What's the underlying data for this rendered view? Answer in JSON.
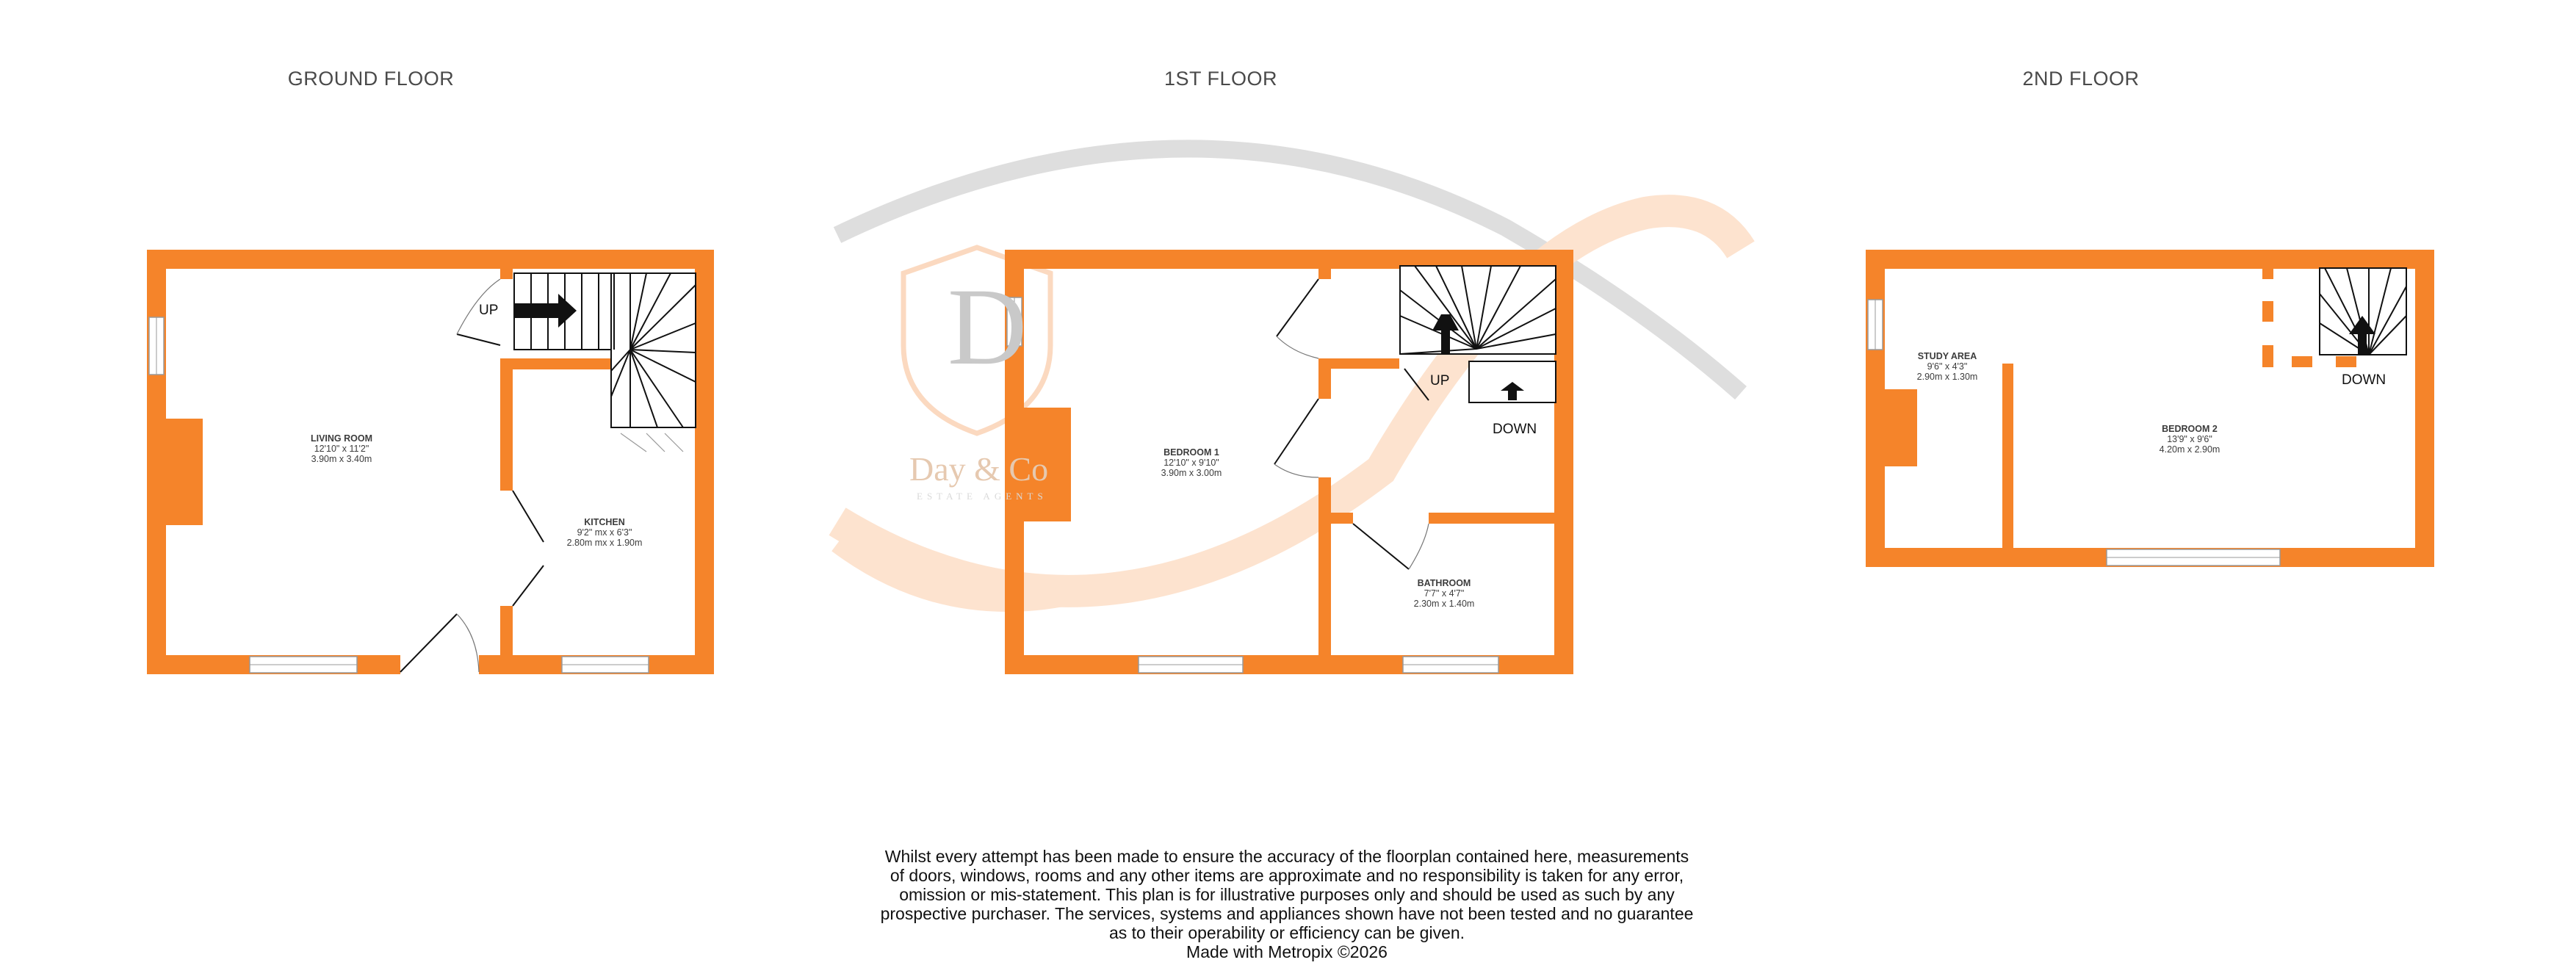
{
  "floors": [
    {
      "title": "GROUND FLOOR"
    },
    {
      "title": "1ST FLOOR"
    },
    {
      "title": "2ND FLOOR"
    }
  ],
  "rooms": {
    "living_room": {
      "name": "LIVING ROOM",
      "imperial": "12'10\"  x 11'2\"",
      "metric": "3.90m  x 3.40m"
    },
    "kitchen": {
      "name": "KITCHEN",
      "imperial": "9'2\" mx x 6'3\"",
      "metric": "2.80m mx x 1.90m"
    },
    "bedroom1": {
      "name": "BEDROOM 1",
      "imperial": "12'10\"  x 9'10\"",
      "metric": "3.90m  x 3.00m"
    },
    "bathroom": {
      "name": "BATHROOM",
      "imperial": "7'7\"  x 4'7\"",
      "metric": "2.30m  x 1.40m"
    },
    "study": {
      "name": "STUDY AREA",
      "imperial": "9'6\"  x 4'3\"",
      "metric": "2.90m  x 1.30m"
    },
    "bedroom2": {
      "name": "BEDROOM 2",
      "imperial": "13'9\"  x 9'6\"",
      "metric": "4.20m  x 2.90m"
    }
  },
  "stair_labels": {
    "ground_up": "UP",
    "first_up": "UP",
    "first_down": "DOWN",
    "second_down": "DOWN"
  },
  "watermark": {
    "monogram": "D",
    "brand": "Day & Co",
    "tagline": "ESTATE AGENTS"
  },
  "disclaimer": {
    "lines": [
      "Whilst every attempt has been made to ensure the accuracy of the floorplan contained here, measurements",
      "of doors, windows, rooms and any other items are approximate and no responsibility is taken for any error,",
      "omission or mis-statement. This plan is for illustrative purposes only and should be used as such by any",
      "prospective purchaser. The services, systems and appliances shown have not been tested and no guarantee",
      "as to their operability or efficiency can be given.",
      "Made with Metropix ©2026"
    ]
  },
  "colors": {
    "wall": "#f5842a",
    "window": "#ffffff",
    "line": "#111111",
    "watermark_arc": "#dedede",
    "watermark_orange": "#fde3cf",
    "text": "#3c3c3c"
  }
}
